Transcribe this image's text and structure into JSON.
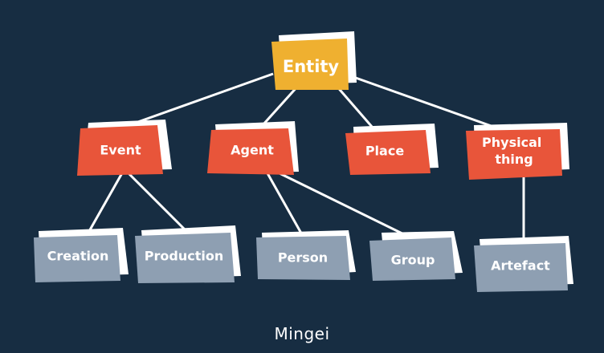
{
  "colors": {
    "background": "#172d42",
    "root": "#efb030",
    "level1": "#e8553a",
    "level2": "#8e9fb2",
    "paper": "#ffffff",
    "line": "#ffffff"
  },
  "nodes": {
    "entity": {
      "label": "Entity",
      "level": "root"
    },
    "event": {
      "label": "Event",
      "level": "level1"
    },
    "agent": {
      "label": "Agent",
      "level": "level1"
    },
    "place": {
      "label": "Place",
      "level": "level1"
    },
    "physical_thing": {
      "label": "Physical thing",
      "level": "level1"
    },
    "creation": {
      "label": "Creation",
      "level": "level2"
    },
    "production": {
      "label": "Production",
      "level": "level2"
    },
    "person": {
      "label": "Person",
      "level": "level2"
    },
    "group": {
      "label": "Group",
      "level": "level2"
    },
    "artefact": {
      "label": "Artefact",
      "level": "level2"
    }
  },
  "edges": [
    [
      "entity",
      "event"
    ],
    [
      "entity",
      "agent"
    ],
    [
      "entity",
      "place"
    ],
    [
      "entity",
      "physical_thing"
    ],
    [
      "event",
      "creation"
    ],
    [
      "event",
      "production"
    ],
    [
      "agent",
      "person"
    ],
    [
      "agent",
      "group"
    ],
    [
      "physical_thing",
      "artefact"
    ]
  ],
  "brand": {
    "name": "Mingei"
  }
}
